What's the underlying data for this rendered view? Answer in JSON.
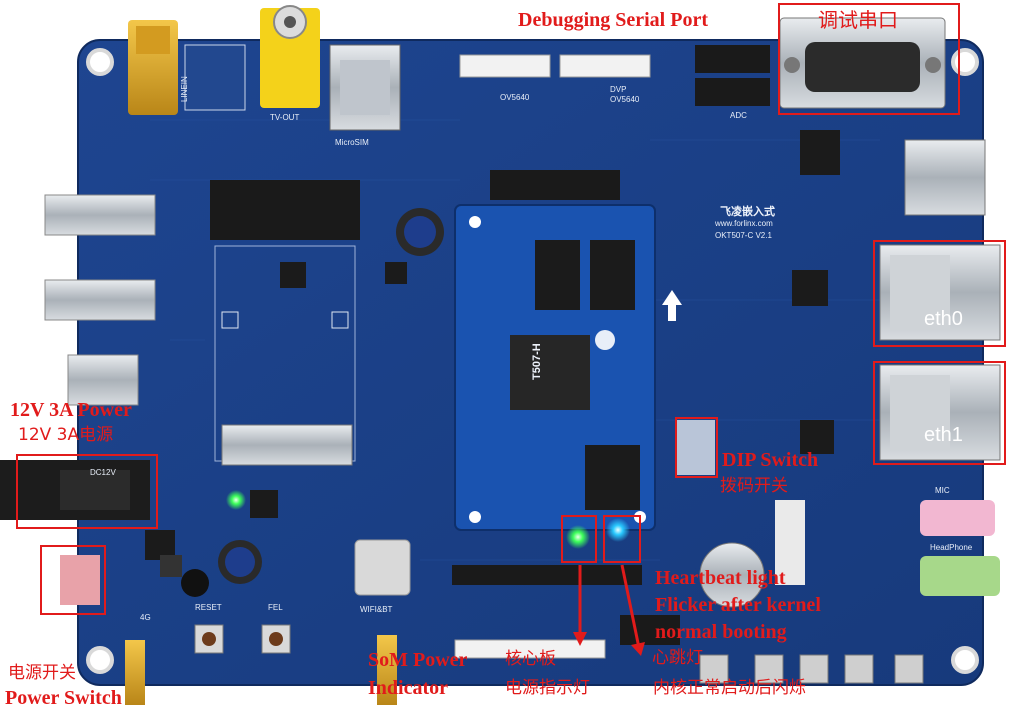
{
  "board": {
    "brand_logo_text": "飞凌嵌入式",
    "brand_url": "www.forlinx.com",
    "model": "OKT507-C V2.1",
    "som_chip": "T507-H",
    "silkscreen": {
      "tv_out": "TV-OUT",
      "line_in": "LINEIN",
      "micro_sim": "MicroSIM",
      "wifi_bt": "WIFI&BT",
      "reset": "RESET",
      "fel": "FEL",
      "mic": "MIC",
      "headphone": "HeadPhone",
      "adc": "ADC",
      "dvp_label": "DVP",
      "ov5640_a": "OV5640",
      "ov5640_b": "OV5640",
      "dc12v": "DC12V",
      "lte": "4G"
    },
    "colors": {
      "pcb": "#1b3f86",
      "pcb_dark": "#142f68",
      "annotation": "#e11b1b",
      "led_green": "#3dff5a",
      "led_blue": "#29c9ff"
    }
  },
  "annotations": {
    "debug_port_en": "Debugging Serial Port",
    "debug_port_cn": "调试串口",
    "eth0": "eth0",
    "eth1": "eth1",
    "power_en": "12V 3A Power",
    "power_cn": "12V 3A电源",
    "dip_en": "DIP Switch",
    "dip_cn": "拨码开关",
    "heartbeat_en_1": "Heartbeat light",
    "heartbeat_en_2": "Flicker after kernel",
    "heartbeat_en_3": "normal booting",
    "heartbeat_cn_1": "心跳灯",
    "heartbeat_cn_2": "内核正常启动后闪烁",
    "som_power_en_1": "SoM Power",
    "som_power_cn_1": "核心板",
    "som_power_en_2": "Indicator",
    "som_power_cn_2": "电源指示灯",
    "power_switch_cn": "电源开关",
    "power_switch_en": "Power Switch"
  }
}
